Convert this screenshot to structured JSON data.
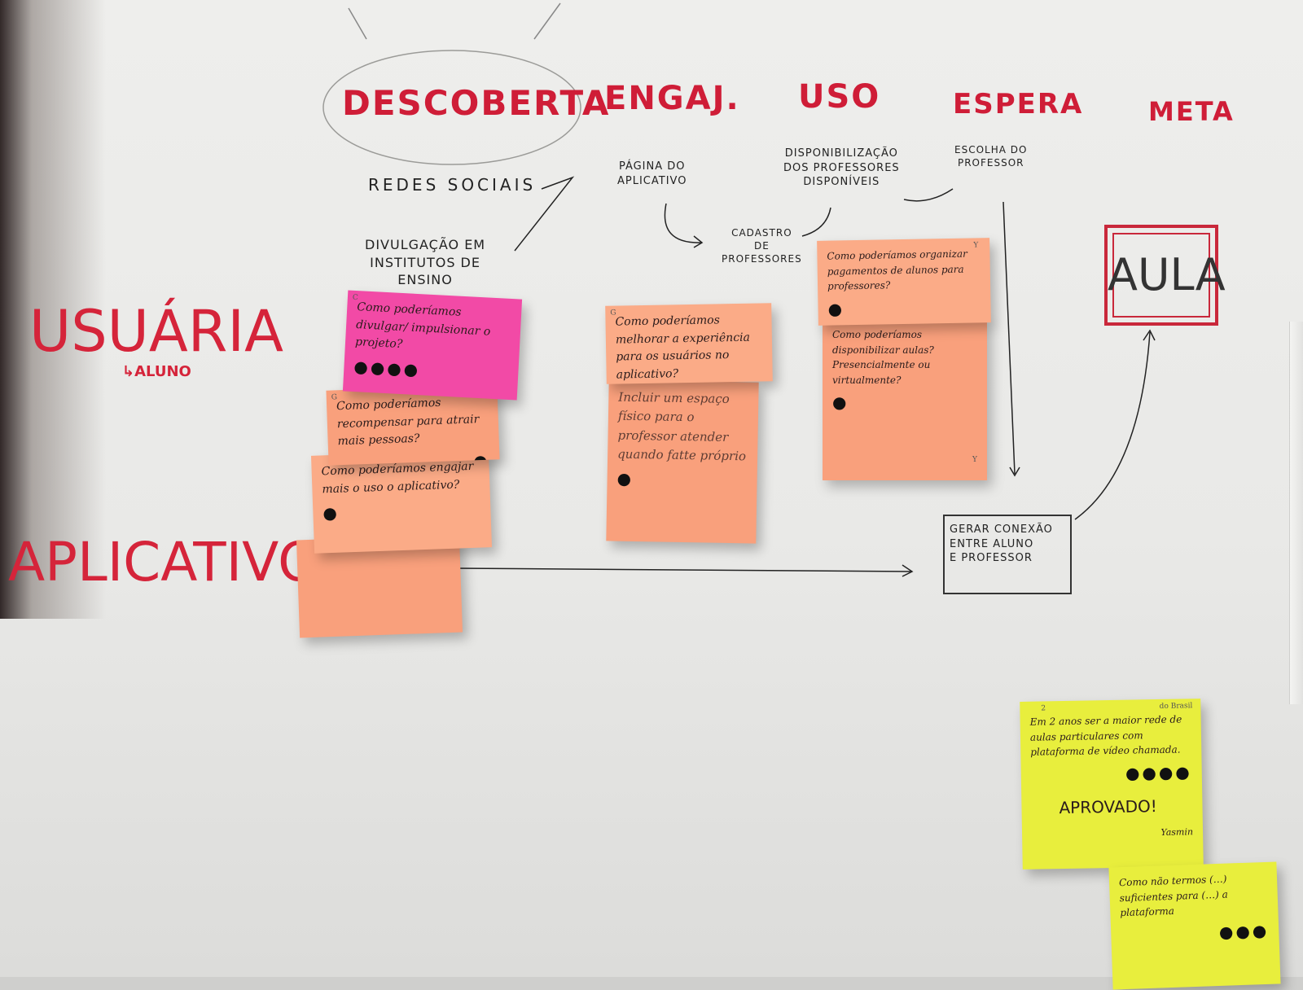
{
  "stages": {
    "descoberta": "DESCOBERTA",
    "engaj": "ENGAJ.",
    "uso": "USO",
    "espera": "ESPERA",
    "meta": "META"
  },
  "rows": {
    "usuaria": "USUÁRIA",
    "usuaria_sub": "↳ALUNO",
    "aplicativo": "APLICATIVO"
  },
  "touchpoints": {
    "redes_sociais": "REDES SOCIAIS",
    "divulgacao": "DIVULGAÇÃO EM\nINSTITUTOS DE\nENSINO",
    "pagina": "PÁGINA DO\nAPLICATIVO",
    "cadastro": "CADASTRO\nDE\nPROFESSORES",
    "disponibilizacao": "DISPONIBILIZAÇÃO\nDOS PROFESSORES\nDISPONÍVEIS",
    "escolha": "ESCOLHA DO\nPROFESSOR"
  },
  "boxes": {
    "aula": "AULA",
    "conexao": "GERAR CONEXÃO\nENTRE ALUNO\nE PROFESSOR"
  },
  "notes": {
    "pink_corner": "C",
    "pink": "Como poderíamos divulgar/ impulsionar o projeto?",
    "pink_dots": "●●●●",
    "col1_b_corner": "G",
    "col1_b": "Como poderíamos recompensar para atrair mais pessoas?",
    "col1_b_dots": "●",
    "col1_c": "Como poderíamos engajar mais o uso o aplicativo?",
    "col1_c_dots": "●",
    "col2_a_corner": "G",
    "col2_a": "Como poderíamos melhorar a experiência para os usuários no aplicativo?",
    "col2_a_dots": "●●●",
    "col2_b": "Incluir um espaço físico para o professor atender quando fatte próprio",
    "col2_b_dots": "●",
    "col3_a_corner": "Y",
    "col3_a": "Como poderíamos organizar pagamentos de alunos para professores?",
    "col3_a_dots": "●",
    "col3_b": "Como poderíamos disponibilizar aulas? Presencialmente ou virtualmente?",
    "col3_b_dots": "●",
    "col3_b_corner": "Y",
    "yellow1_corner": "2",
    "yellow1_tag": "do Brasil",
    "yellow1": "Em 2 anos ser a maior rede de aulas particulares com plataforma de vídeo chamada.",
    "yellow1_dots": "●●●●",
    "yellow1_approved": "APROVADO!",
    "yellow1_sign": "Yasmin",
    "yellow2": "Como não termos (…) suficientes para (…) a plataforma",
    "yellow2_dots": "●●●"
  },
  "colors": {
    "stage_red": "#cf1d37",
    "salmon_note": "#f9a07c",
    "pink_note": "#f24aa6",
    "yellow_note": "#e8ee3d",
    "board": "#eeeeec"
  }
}
